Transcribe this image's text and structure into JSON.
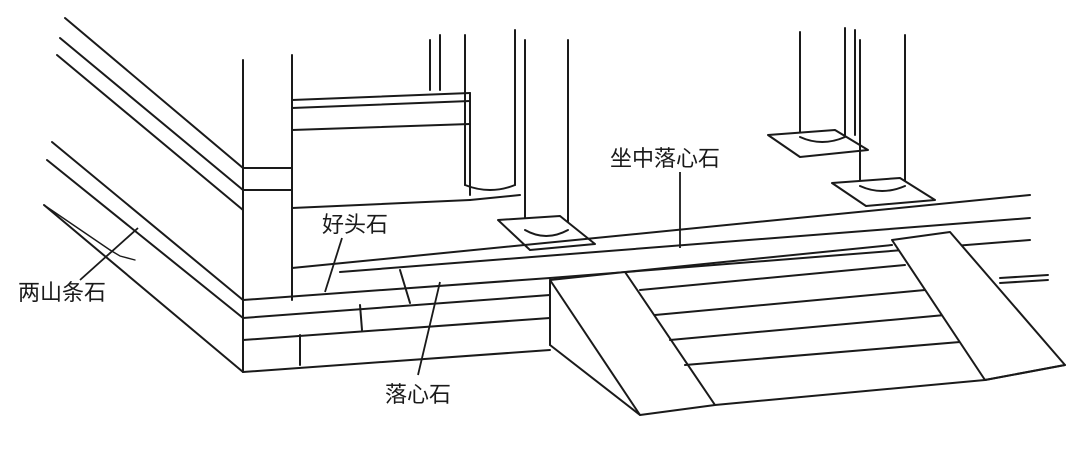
{
  "diagram": {
    "labels": {
      "zuozhong": "坐中落心石",
      "haotou": "好头石",
      "liangshan": "两山条石",
      "luoxin": "落心石"
    }
  }
}
